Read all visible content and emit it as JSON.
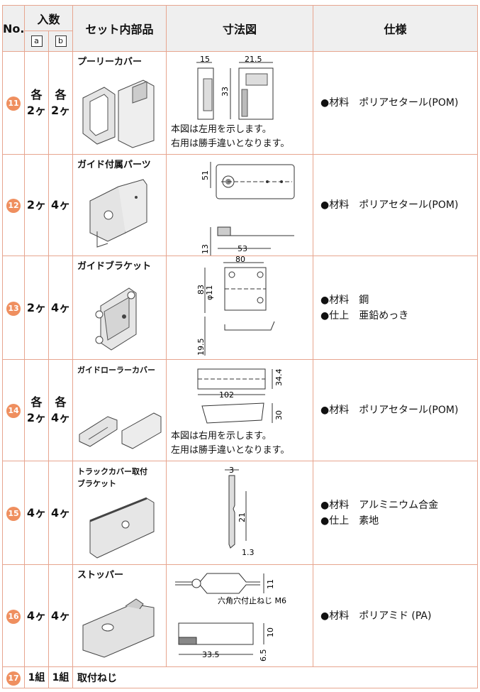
{
  "header": {
    "no": "No.",
    "qty": "入数",
    "qty_a": "a",
    "qty_b": "b",
    "part": "セット内部品",
    "dim": "寸法図",
    "spec": "仕様"
  },
  "rows": [
    {
      "num": "11",
      "qa1": "各",
      "qa2": "2ヶ",
      "qb1": "各",
      "qb2": "2ヶ",
      "part": "プーリーカバー",
      "dims": [
        "15",
        "21.5",
        "33"
      ],
      "note1": "本図は左用を示します。",
      "note2": "右用は勝手違いとなります。",
      "spec": [
        "●材料　ポリアセタール(POM)"
      ]
    },
    {
      "num": "12",
      "qa1": "",
      "qa2": "2ヶ",
      "qb1": "",
      "qb2": "4ヶ",
      "part": "ガイド付属パーツ",
      "dims": [
        "51",
        "13",
        "53"
      ],
      "spec": [
        "●材料　ポリアセタール(POM)"
      ]
    },
    {
      "num": "13",
      "qa1": "",
      "qa2": "2ヶ",
      "qb1": "",
      "qb2": "4ヶ",
      "part": "ガイドブラケット",
      "dims": [
        "80",
        "83",
        "φ11",
        "19.5"
      ],
      "spec": [
        "●材料　鋼",
        "●仕上　亜鉛めっき"
      ]
    },
    {
      "num": "14",
      "qa1": "各",
      "qa2": "2ヶ",
      "qb1": "各",
      "qb2": "4ヶ",
      "part": "ガイドローラーカバー",
      "dims": [
        "34.4",
        "102",
        "30"
      ],
      "note1": "本図は右用を示します。",
      "note2": "左用は勝手違いとなります。",
      "spec": [
        "●材料　ポリアセタール(POM)"
      ]
    },
    {
      "num": "15",
      "qa1": "",
      "qa2": "4ヶ",
      "qb1": "",
      "qb2": "4ヶ",
      "part1": "トラックカバー取付",
      "part2": "ブラケット",
      "dims": [
        "3",
        "21",
        "1.3"
      ],
      "spec": [
        "●材料　アルミニウム合金",
        "●仕上　素地"
      ]
    },
    {
      "num": "16",
      "qa1": "",
      "qa2": "4ヶ",
      "qb1": "",
      "qb2": "4ヶ",
      "part": "ストッパー",
      "dims": [
        "11",
        "六角穴付止ねじ M6",
        "10",
        "6.5",
        "33.5"
      ],
      "spec": [
        "●材料　ポリアミド (PA)"
      ]
    },
    {
      "num": "17",
      "qa": "1組",
      "qb": "1組",
      "part": "取付ねじ"
    }
  ]
}
